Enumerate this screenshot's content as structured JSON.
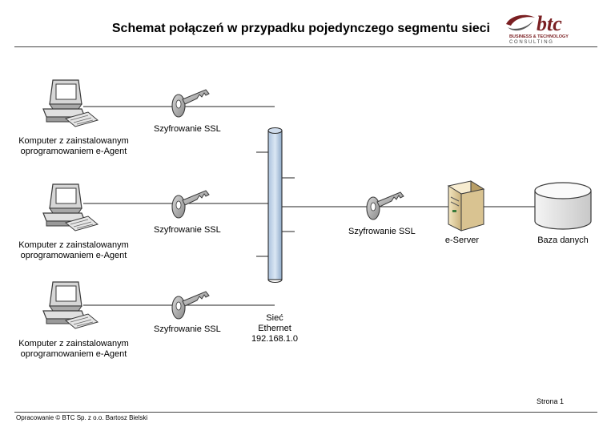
{
  "header": {
    "title": "Schemat połączeń w przypadku pojedynczego segmentu sieci",
    "logo": {
      "name": "btc",
      "line1": "BUSINESS & TECHNOLOGY",
      "line2": "C O N S U L T I N G"
    }
  },
  "diagram": {
    "computers": [
      {
        "label_line1": "Komputer z zainstalowanym",
        "label_line2": "oprogramowaniem e-Agent",
        "encryption": "Szyfrowanie SSL"
      },
      {
        "label_line1": "Komputer z zainstalowanym",
        "label_line2": "oprogramowaniem e-Agent",
        "encryption": "Szyfrowanie SSL"
      },
      {
        "label_line1": "Komputer z zainstalowanym",
        "label_line2": "oprogramowaniem e-Agent",
        "encryption": "Szyfrowanie SSL"
      }
    ],
    "network": {
      "line1": "Sieć",
      "line2": "Ethernet",
      "line3": "192.168.1.0"
    },
    "server_link": {
      "encryption": "Szyfrowanie SSL"
    },
    "server": {
      "label": "e-Server"
    },
    "database": {
      "label": "Baza danych"
    }
  },
  "footer": {
    "page": "Strona 1",
    "credit": "Opracowanie © BTC Sp. z o.o. Bartosz Bielski"
  }
}
